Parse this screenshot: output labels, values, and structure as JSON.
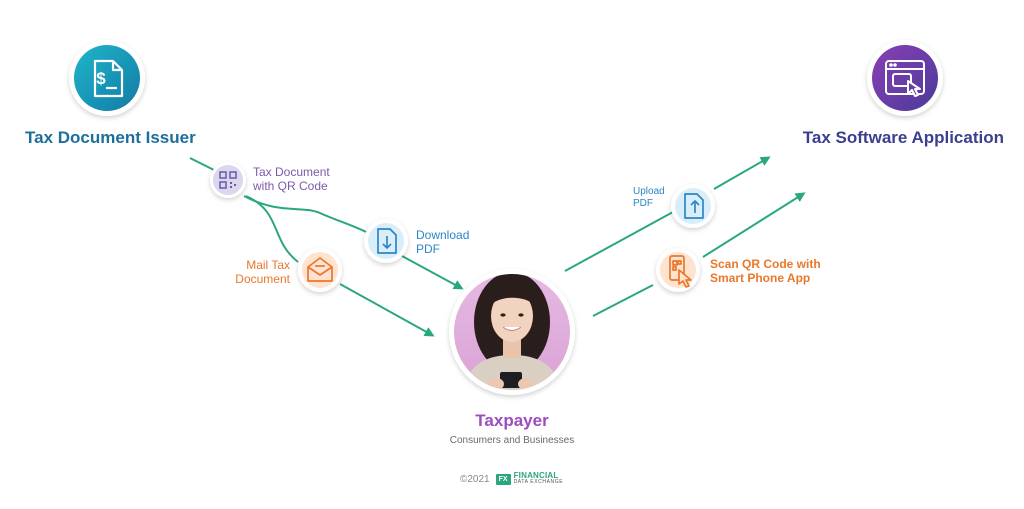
{
  "nodes": {
    "issuer": {
      "title": "Tax Document Issuer",
      "color": "#1c6f9c"
    },
    "software": {
      "title": "Tax Software Application",
      "color": "#3a3f8f"
    },
    "taxpayer": {
      "title": "Taxpayer",
      "subtitle": "Consumers and Businesses",
      "color": "#9b4dbf"
    }
  },
  "steps": {
    "qr_doc": {
      "line1": "Tax Document",
      "line2": "with QR Code"
    },
    "download": {
      "line1": "Download",
      "line2": "PDF"
    },
    "mail": {
      "line1": "Mail Tax",
      "line2": "Document"
    },
    "upload": {
      "line1": "Upload",
      "line2": "PDF"
    },
    "scan": {
      "line1": "Scan QR Code with",
      "line2": "Smart Phone App"
    }
  },
  "footer": {
    "copyright": "©2021",
    "brand_fx": "FX",
    "brand_main": "FINANCIAL",
    "brand_sub": "DATA EXCHANGE"
  },
  "colors": {
    "arrow": "#2aa87a",
    "teal_gradient_start": "#1fb6c9",
    "teal_gradient_end": "#137aa6",
    "purple_gradient_start": "#8a3fb5",
    "purple_gradient_end": "#4a3a9a",
    "step_blue": "#2b86c6",
    "step_orange": "#e9772c",
    "step_purple": "#7d5aa8"
  }
}
